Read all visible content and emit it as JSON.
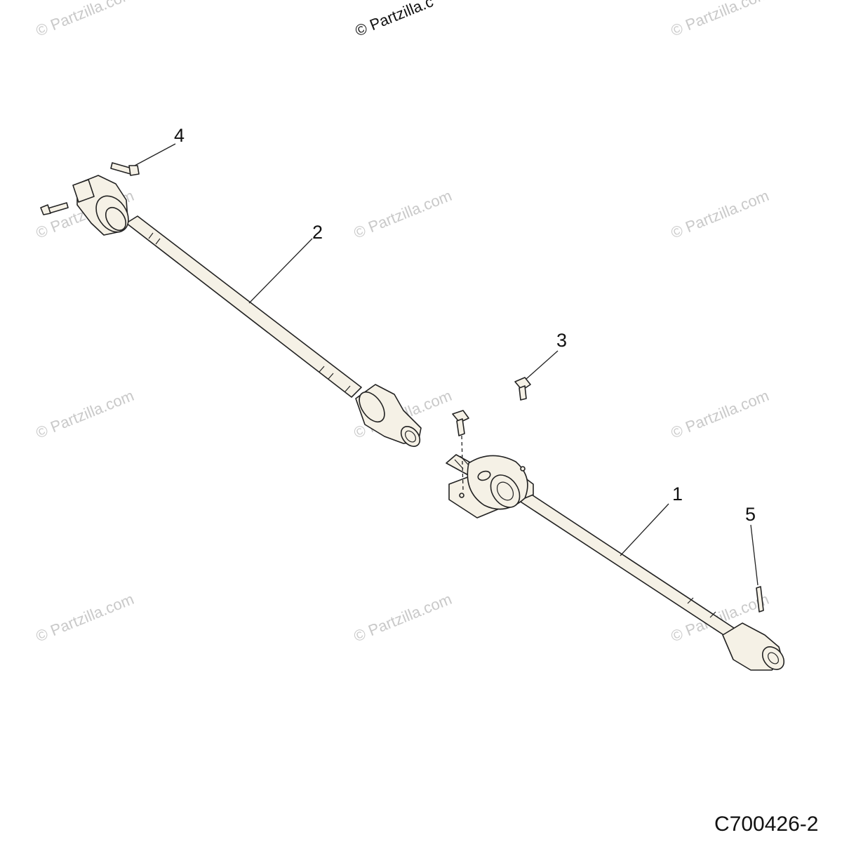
{
  "diagram": {
    "figure_code": "C700426-2",
    "watermark_text": "© Partzilla.com",
    "top_watermark_text": "© Partzilla.c",
    "callouts": [
      {
        "id": "1",
        "label": "1"
      },
      {
        "id": "2",
        "label": "2"
      },
      {
        "id": "3",
        "label": "3"
      },
      {
        "id": "4",
        "label": "4"
      },
      {
        "id": "5",
        "label": "5"
      }
    ]
  }
}
